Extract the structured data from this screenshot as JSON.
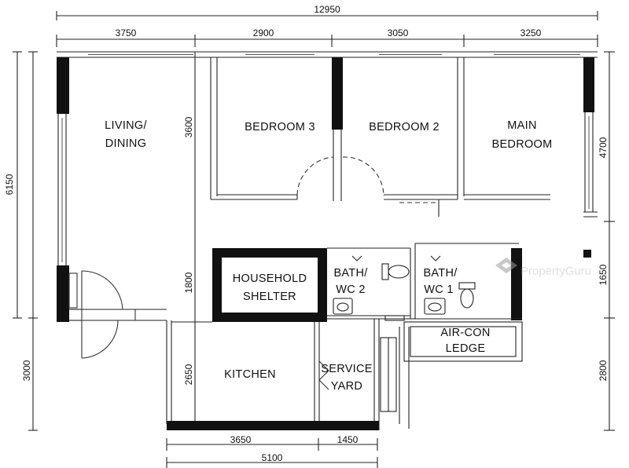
{
  "dimensions": {
    "overall_top": "12950",
    "top": [
      "3750",
      "2900",
      "3050",
      "3250"
    ],
    "left_total": "6150",
    "left_lower": "3000",
    "right_upper": "4700",
    "right_mid": "1650",
    "right_lower": "2800",
    "inner_living_upper": "3600",
    "inner_living_lower": "1800",
    "inner_kitchen": "2650",
    "bottom": [
      "3650",
      "1450"
    ],
    "bottom_total": "5100"
  },
  "rooms": {
    "living_dining": [
      "LIVING/",
      "DINING"
    ],
    "bedroom3": "BEDROOM 3",
    "bedroom2": "BEDROOM 2",
    "main_bedroom": [
      "MAIN",
      "BEDROOM"
    ],
    "household_shelter": [
      "HOUSEHOLD",
      "SHELTER"
    ],
    "bath_wc2": [
      "BATH/",
      "WC 2"
    ],
    "bath_wc1": [
      "BATH/",
      "WC 1"
    ],
    "aircon_ledge": [
      "AIR-CON",
      "LEDGE"
    ],
    "kitchen": "KITCHEN",
    "service_yard": [
      "SERVICE",
      "YARD"
    ]
  },
  "watermark": {
    "text": "PropertyGuru",
    "color": "#9a9a9a"
  }
}
